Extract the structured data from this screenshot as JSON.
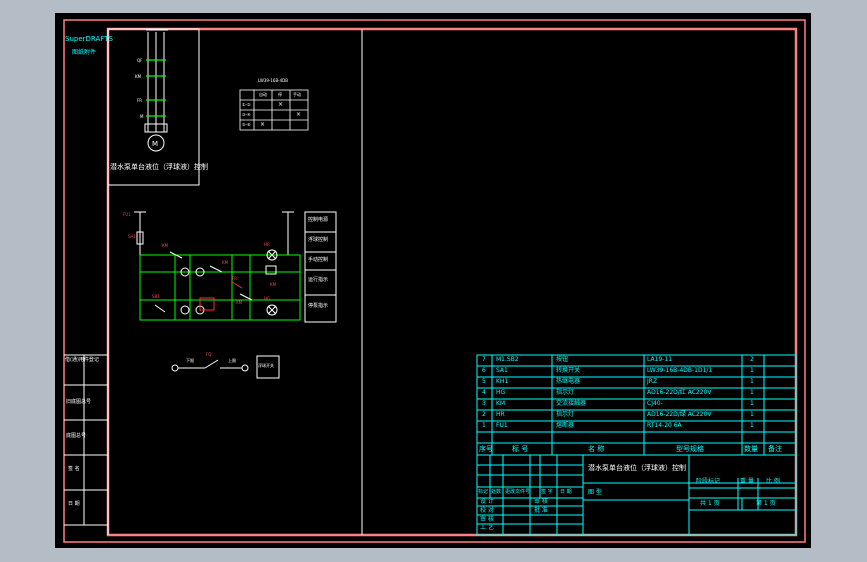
{
  "title_block": {
    "drawing_title": "潜水泵单台液位（浮球液）控制",
    "drawing_label": "图 型",
    "sheet_total": "共 1 页",
    "sheet_no": "第 1 页",
    "stage_mark": "阶段标记",
    "weight": "重 量",
    "scale": "比 例",
    "headers": {
      "no": "序号",
      "code": "标 号",
      "name": "名 称",
      "spec": "型号规格",
      "qty": "数量",
      "remark": "备注"
    },
    "rows": [
      {
        "no": "7",
        "code": "M1.SB2",
        "name": "按钮",
        "spec": "LA19-11",
        "qty": "2"
      },
      {
        "no": "6",
        "code": "SA1",
        "name": "转换开关",
        "spec": "LW39-16B-4DB-1D1/1",
        "qty": "1"
      },
      {
        "no": "5",
        "code": "KH1",
        "name": "热继电器",
        "spec": "JRZ",
        "qty": "1"
      },
      {
        "no": "4",
        "code": "HG",
        "name": "指示灯",
        "spec": "AD16-22D/红 AC220V",
        "qty": "1"
      },
      {
        "no": "3",
        "code": "KM",
        "name": "交流接触器",
        "spec": "CJ40-",
        "qty": "1"
      },
      {
        "no": "2",
        "code": "HR",
        "name": "指示灯",
        "spec": "AD16-22D/绿 AC220V",
        "qty": "1"
      },
      {
        "no": "1",
        "code": "FU1",
        "name": "熔断器",
        "spec": "RT14-20 6A",
        "qty": "1"
      }
    ],
    "sign_labels": [
      "标记",
      "处数",
      "更改文件号",
      "签 字",
      "日 期"
    ],
    "role_labels": [
      "设 计",
      "校 对",
      "审 核",
      "工 艺",
      "标准化"
    ],
    "role_labels_2": [
      "审 核",
      "批 准"
    ]
  },
  "left_strip": {
    "logo": "SuperDRAFTS",
    "logo_sub": "图纸附件",
    "cells": [
      "借(通)用件登记",
      "旧底图总号",
      "底图总号",
      "签 名",
      "日 期"
    ]
  },
  "main_circuit": {
    "caption": "潜水泵单台液位（浮球液）控制",
    "labels": [
      "QF",
      "KM",
      "FR",
      "M"
    ]
  },
  "switch_table": {
    "title": "LW39-16B-4DB",
    "cols": [
      "",
      "自动",
      "停",
      "手动"
    ],
    "rows": [
      [
        "①-②",
        "",
        "×",
        ""
      ],
      [
        "③-④",
        "",
        "",
        "×"
      ],
      [
        "⑤-⑥",
        "×",
        "",
        ""
      ]
    ]
  },
  "control_circuit": {
    "legend": [
      "控制电源",
      "浮球控制",
      "手动控制",
      "运行指示",
      "停泵指示"
    ],
    "labels": [
      "FU1",
      "SA1",
      "KM",
      "FR",
      "HR",
      "HG",
      "SB1",
      "SB2",
      "FQ"
    ],
    "float_switch": {
      "left": "下限",
      "center": "FQ",
      "right": "上限",
      "tag": "浮球开关"
    }
  }
}
